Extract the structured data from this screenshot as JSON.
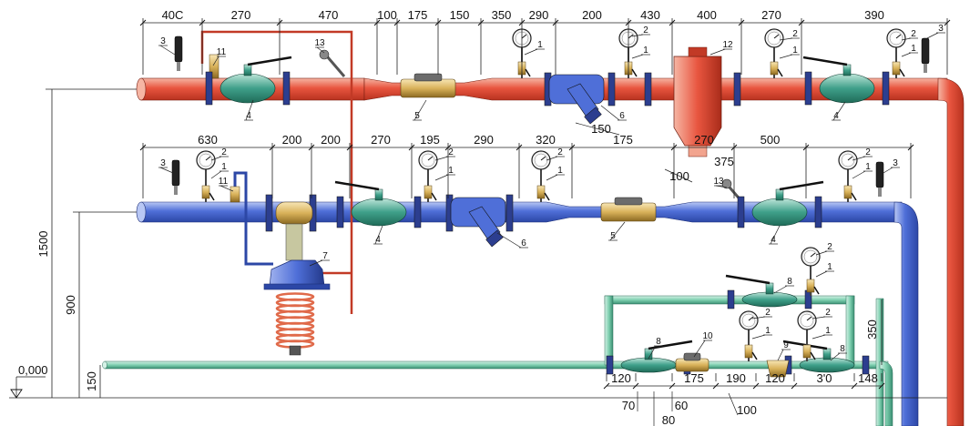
{
  "colors": {
    "supply": "#e8553f",
    "supply_light": "#f2a48e",
    "return": "#4f6fd8",
    "return_light": "#9eb2ef",
    "cold": "#7fd0b0",
    "cold_dark": "#3a8f73",
    "valve": "#3fa08a",
    "brass": "#d9b25a",
    "coil": "#e06a4a"
  },
  "dims": {
    "top": [
      "40C",
      "270",
      "470",
      "100",
      "175",
      "150",
      "350",
      "290",
      "200",
      "430",
      "400",
      "270",
      "390"
    ],
    "mid": [
      "630",
      "200",
      "200",
      "270",
      "195",
      "290",
      "320",
      "175",
      "500",
      "270"
    ],
    "mid_extra": [
      "150",
      "100",
      "375"
    ],
    "bottom": [
      "120",
      "175",
      "190",
      "120",
      "3'0",
      "148"
    ],
    "bottom_lower": [
      "70",
      "60",
      "100",
      "80"
    ],
    "vertical": [
      "1500",
      "900",
      "150",
      "350"
    ],
    "level": "0,000"
  },
  "labels": {
    "l1": "1",
    "l2": "2",
    "l3": "3",
    "l4": "4",
    "l5": "5",
    "l6": "6",
    "l7": "7",
    "l8": "8",
    "l9": "9",
    "l10": "10",
    "l11": "11",
    "l12": "12",
    "l13": "13"
  }
}
